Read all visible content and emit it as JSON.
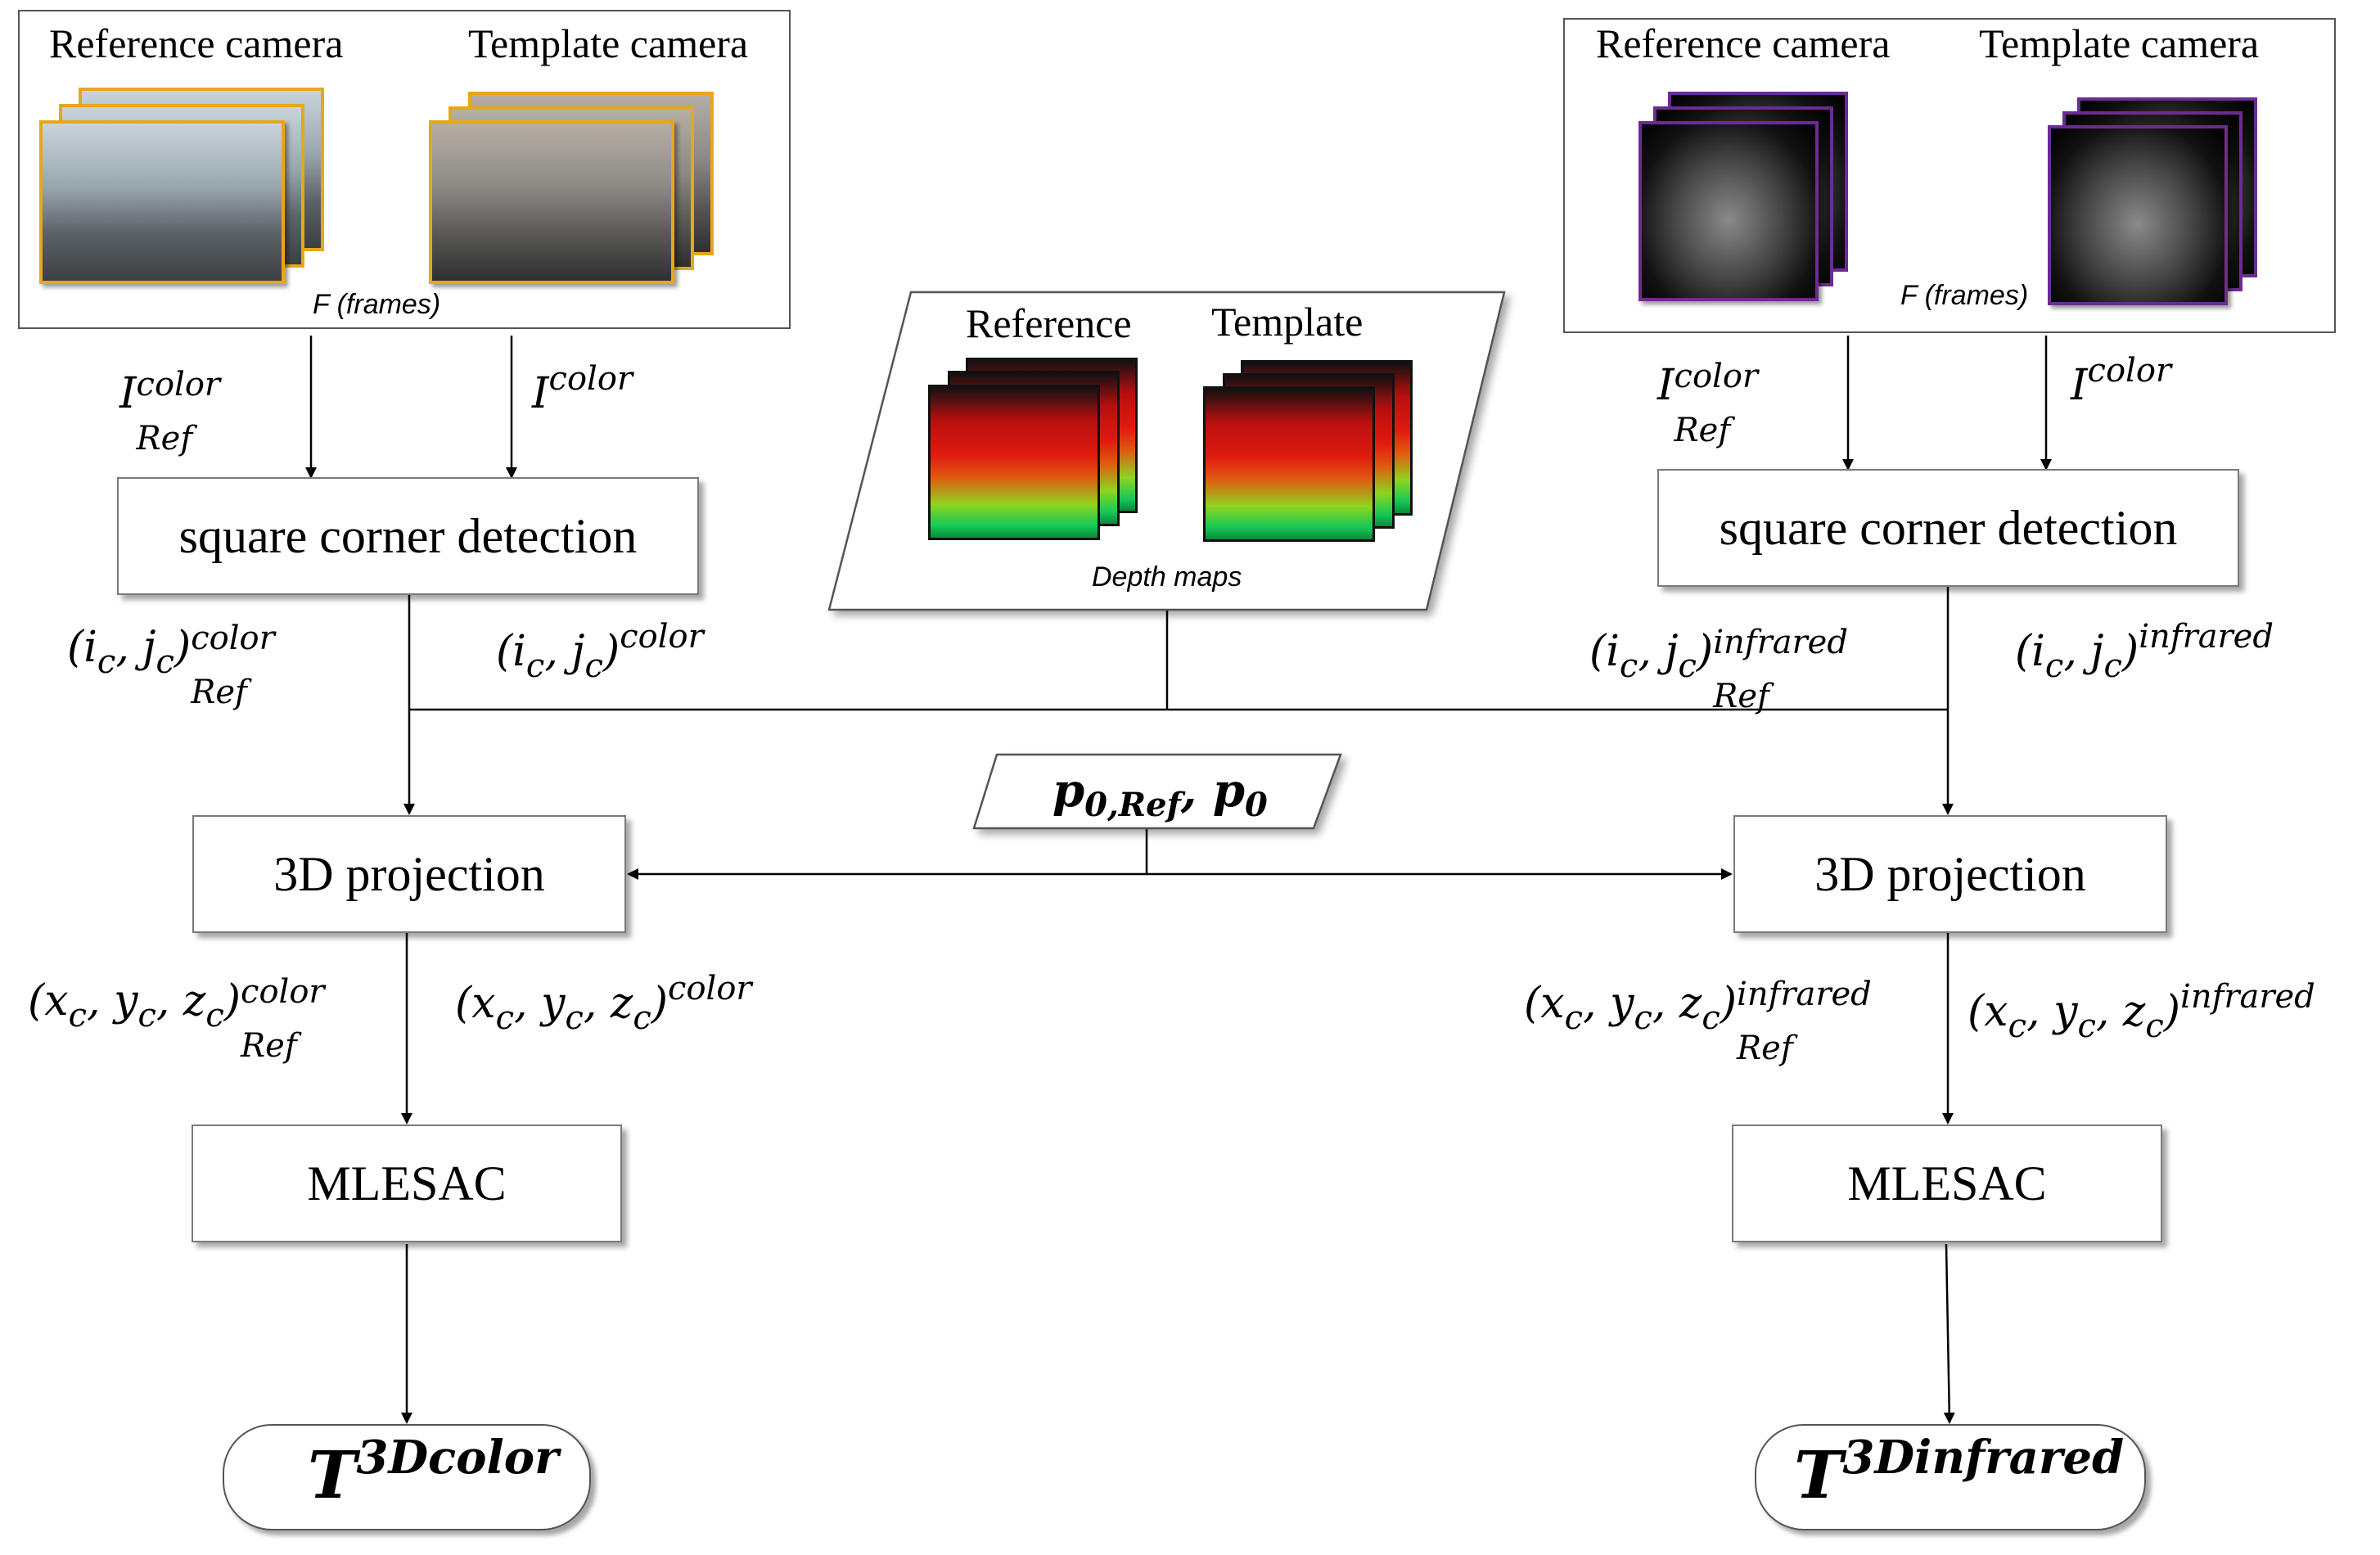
{
  "left_panel": {
    "reference_label": "Reference camera",
    "template_label": "Template camera",
    "frames_caption": "F (frames)",
    "frame_border_color": "#e6a817"
  },
  "right_panel": {
    "reference_label": "Reference camera",
    "template_label": "Template camera",
    "frames_caption": "F (frames)",
    "frame_border_color": "#6b2c91"
  },
  "depth_panel": {
    "reference_label": "Reference",
    "template_label": "Template",
    "caption": "Depth maps"
  },
  "left_chain": {
    "input_ref": {
      "base": "I",
      "sup": "color",
      "sub": "Ref"
    },
    "input_tpl": {
      "base": "I",
      "sup": "color"
    },
    "corner_box": "square corner detection",
    "corner_out_ref": {
      "base": "(i",
      "sub1": "c",
      "mid": ", j",
      "sub2": "c",
      "close": ")",
      "sup": "color",
      "sub": "Ref"
    },
    "corner_out_tpl": {
      "base": "(i",
      "sub1": "c",
      "mid": ", j",
      "sub2": "c",
      "close": ")",
      "sup": "color"
    },
    "projection_box": "3D projection",
    "proj_out_ref": {
      "text": "(x",
      "sup": "color",
      "sub": "Ref"
    },
    "proj_out_tpl": {
      "sup": "color"
    },
    "mlesac_box": "MLESAC",
    "result": {
      "base": "T",
      "sup": "3Dcolor"
    }
  },
  "right_chain": {
    "input_ref": {
      "base": "I",
      "sup": "color",
      "sub": "Ref"
    },
    "input_tpl": {
      "base": "I",
      "sup": "color"
    },
    "corner_box": "square corner detection",
    "corner_out_ref": {
      "sup": "infrared",
      "sub": "Ref"
    },
    "corner_out_tpl": {
      "sup": "infrared"
    },
    "projection_box": "3D projection",
    "proj_out_ref": {
      "sup": "infrared",
      "sub": "Ref"
    },
    "proj_out_tpl": {
      "sup": "infrared"
    },
    "mlesac_box": "MLESAC",
    "result": {
      "base": "T",
      "sup": "3Dinfrared"
    }
  },
  "center_param": {
    "p0ref_base": "p",
    "p0ref_sub": "0,Ref",
    "sep": ",",
    "p0_base": "p",
    "p0_sub": "0"
  },
  "math_parts": {
    "open_i": "(i",
    "c": "c",
    "comma_j": ", j",
    "close": ")",
    "open_x": "(x",
    "comma_y": ", y",
    "comma_z": ", z"
  }
}
